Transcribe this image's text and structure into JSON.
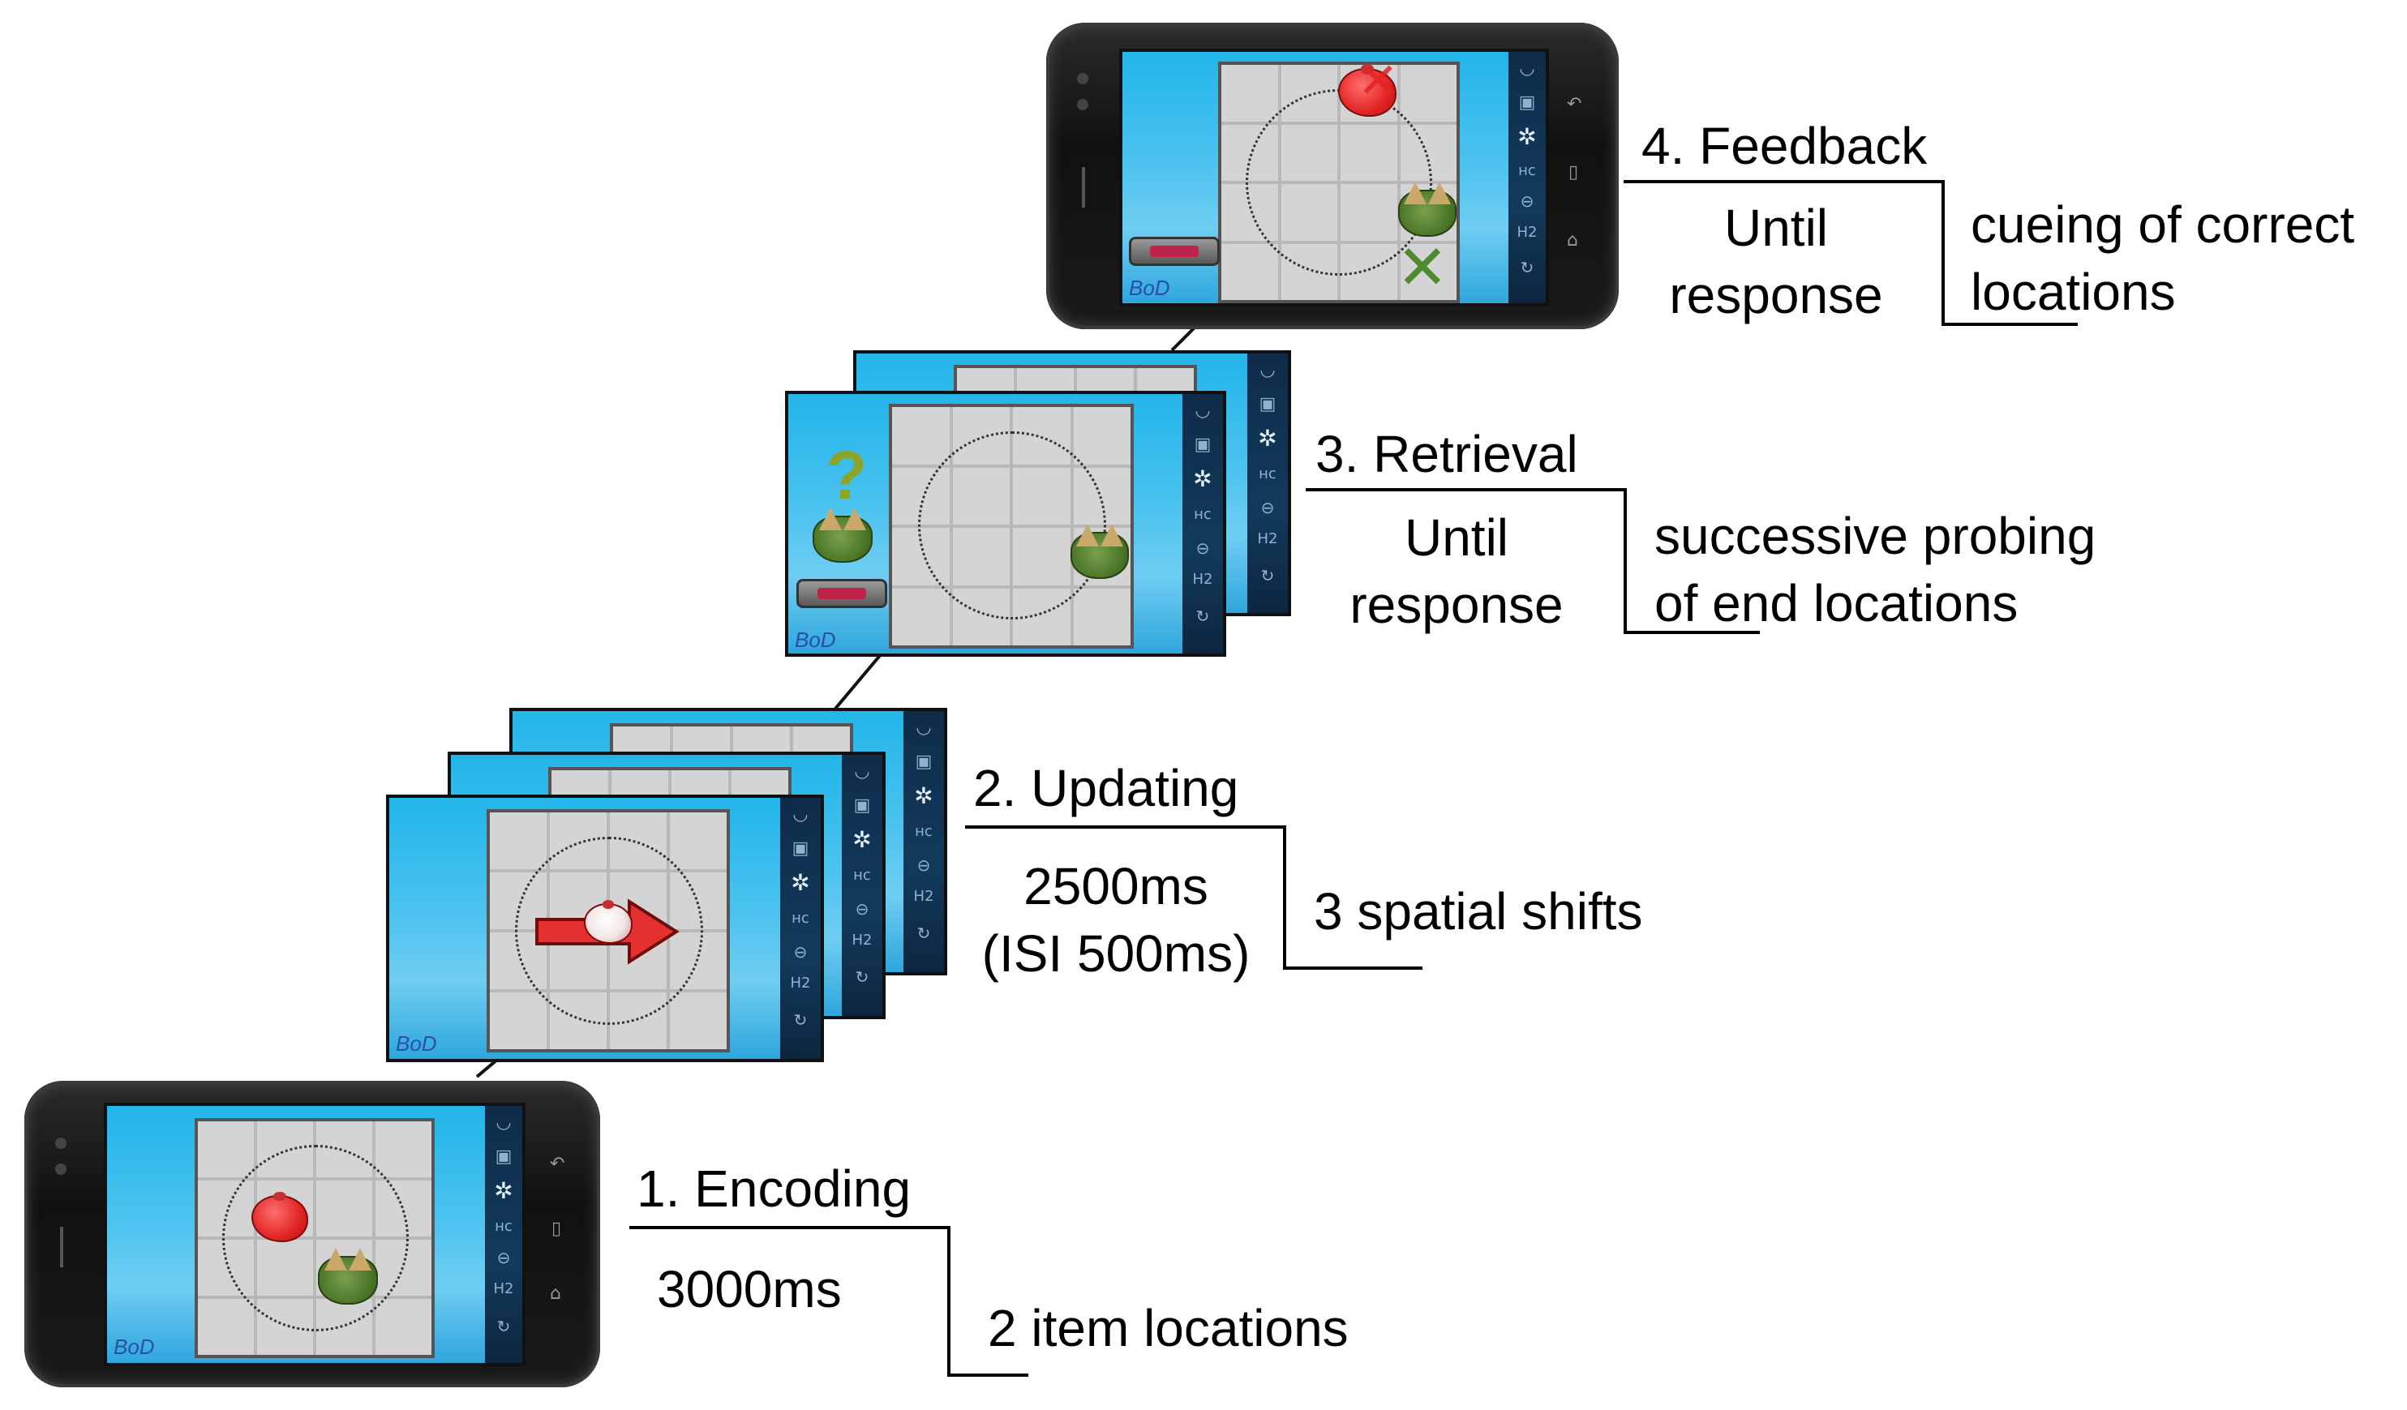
{
  "stages": [
    {
      "title": "1. Encoding",
      "duration": "3000ms",
      "description": "2 item locations"
    },
    {
      "title": "2. Updating",
      "duration": "2500ms",
      "duration_note": "(ISI 500ms)",
      "description": "3 spatial shifts"
    },
    {
      "title": "3. Retrieval",
      "duration": "Until",
      "duration_note": "response",
      "description": "successive probing",
      "description_2": "of end locations"
    },
    {
      "title": "4. Feedback",
      "duration": "Until",
      "duration_note": "response",
      "description": "cueing of correct",
      "description_2": "locations"
    }
  ],
  "screen": {
    "brand": "BoD",
    "sidebar_icons": [
      "eye-icon",
      "picture-icon",
      "crosshair-icon",
      "abc-icon",
      "link-icon",
      "h2-icon",
      "refresh-icon"
    ],
    "nav_icons": [
      "back-icon",
      "menu-icon",
      "home-icon"
    ],
    "question_mark": "?"
  },
  "colors": {
    "screen_blue": "#22b5ea",
    "grid_gray": "#d4d4d4",
    "sidebar": "#0e2c4a",
    "correct_green": "#4e8a2e",
    "wrong_red": "#e22424"
  }
}
